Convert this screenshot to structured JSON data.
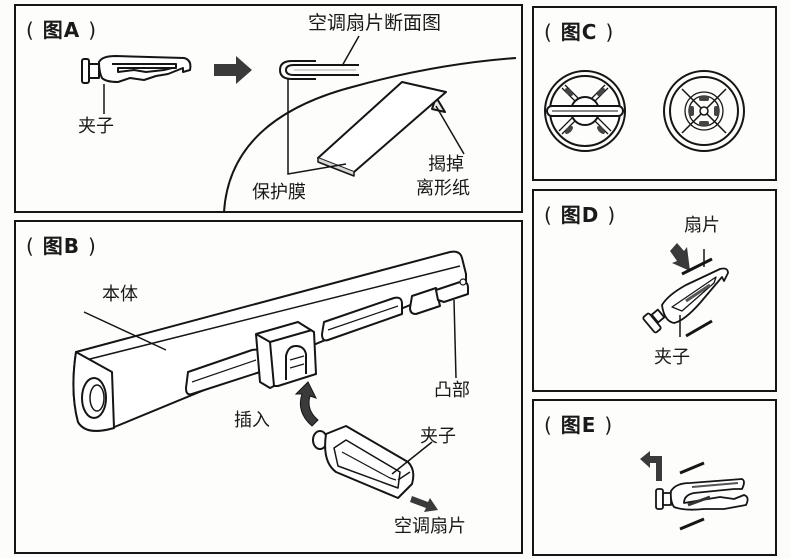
{
  "panels": {
    "a": {
      "title_open": "(",
      "title": "图A",
      "title_close": ")",
      "labels": {
        "clip": "夹子",
        "blade_section": "空调扇片断面图",
        "protective_film": "保护膜",
        "peel_line1": "揭掉",
        "peel_line2": "离形纸"
      }
    },
    "b": {
      "title_open": "(",
      "title": "图B",
      "title_close": ")",
      "labels": {
        "body": "本体",
        "protrusion": "凸部",
        "insert": "插入",
        "clip": "夹子",
        "ac_blade": "空调扇片"
      }
    },
    "c": {
      "title_open": "(",
      "title": "图C",
      "title_close": ")"
    },
    "d": {
      "title_open": "(",
      "title": "图D",
      "title_close": ")",
      "labels": {
        "blade": "扇片",
        "clip": "夹子"
      }
    },
    "e": {
      "title_open": "(",
      "title": "图E",
      "title_close": ")"
    }
  },
  "colors": {
    "ink": "#151515",
    "arrow_fill": "#3a3a3a",
    "paper": "#fdfdfb"
  }
}
